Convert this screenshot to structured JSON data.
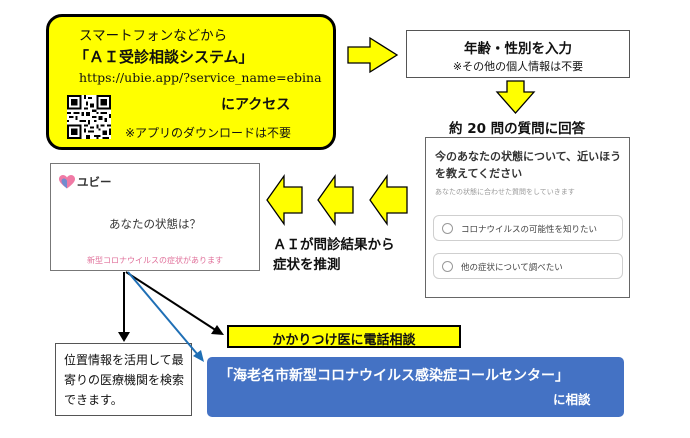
{
  "intro": {
    "line1": "スマートフォンなどから",
    "line2": "「ＡＩ受診相談システム」",
    "url": "https://ubie.app/?service_name=ebina",
    "access": "にアクセス",
    "note": "※アプリのダウンロードは不要"
  },
  "age_box": {
    "title": "年齢・性別を入力",
    "sub": "※その他の個人情報は不要"
  },
  "answer_label": "約 20 問の質問に回答",
  "question_screen": {
    "title": "今のあなたの状態について、近いほうを教えてください",
    "sub": "あなたの状態に合わせた質問をしていきます",
    "options": [
      "コロナウイルスの可能性を知りたい",
      "他の症状について調べたい"
    ]
  },
  "ubie_screen": {
    "logo": "ユビー",
    "state": "あなたの状態は？",
    "covid": "新型コロナウイルスの症状があります"
  },
  "ai_result": {
    "line1": "ＡＩが問診結果から",
    "line2": "症状を推測"
  },
  "clinic_label": "かかりつけ医に電話相談",
  "call_center": {
    "line1": "「海老名市新型コロナウイルス感染症コールセンター」",
    "line2": "に相談"
  },
  "location_box": "位置情報を活用して最寄りの医療機関を検索できます。",
  "colors": {
    "yellow": "#ffff00",
    "blue": "#4472c4",
    "pink": "#e0709a"
  }
}
